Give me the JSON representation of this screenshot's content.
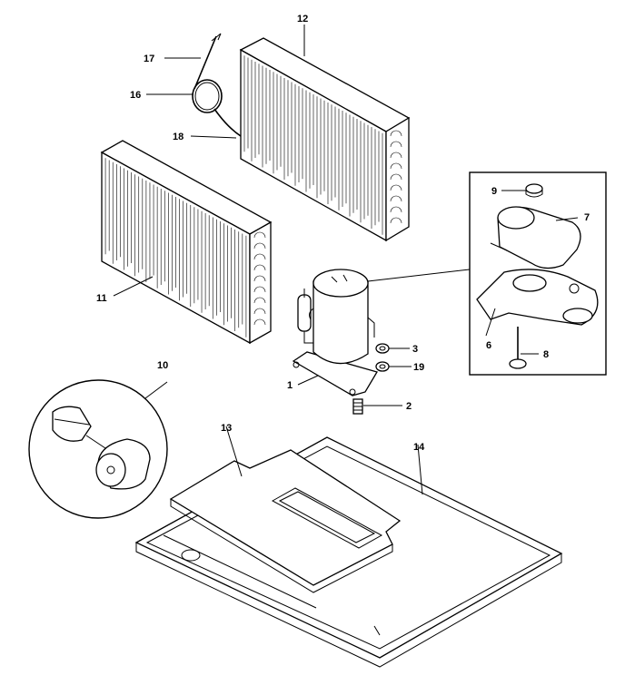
{
  "callouts": {
    "c1": "1",
    "c2": "2",
    "c3": "3",
    "c6": "6",
    "c7": "7",
    "c8": "8",
    "c9": "9",
    "c10": "10",
    "c11": "11",
    "c12": "12",
    "c13": "13",
    "c14": "14",
    "c16": "16",
    "c17": "17",
    "c18": "18",
    "c19": "19"
  }
}
